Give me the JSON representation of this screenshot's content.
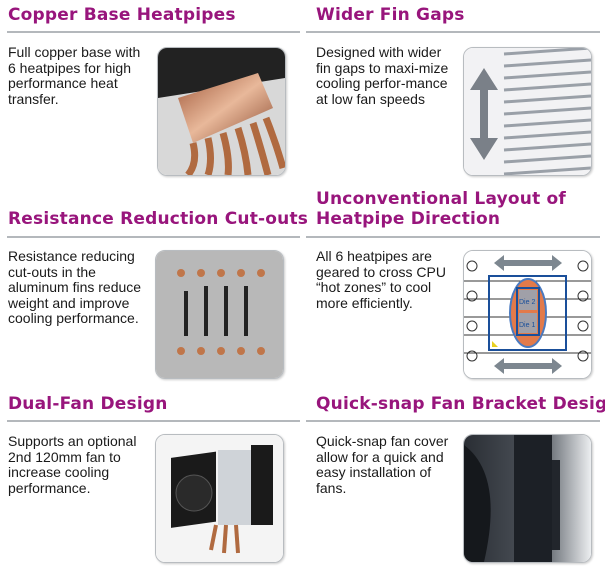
{
  "features": [
    {
      "title": "Copper Base Heatpipes",
      "description": "Full copper base with 6 heatpipes for high performance heat transfer.",
      "image": "copper-base-photo"
    },
    {
      "title": "Wider Fin Gaps",
      "description": "Designed with wider fin gaps to maxi-mize cooling perfor-mance at low fan speeds",
      "image": "fin-gaps-photo"
    },
    {
      "title": "Resistance Reduction Cut-outs",
      "description": "Resistance reducing cut-outs in the aluminum fins reduce weight and improve cooling performance.",
      "image": "fin-cutouts-photo"
    },
    {
      "title_lines": [
        "Unconventional Layout of",
        "Heatpipe Direction"
      ],
      "description": "All 6 heatpipes are geared to cross CPU “hot zones” to cool more efficiently.",
      "image": "heatpipe-layout-diagram",
      "diagram_labels": [
        "Die 2",
        "Die 1"
      ]
    },
    {
      "title": "Dual-Fan Design",
      "description": "Supports an optional 2nd 120mm fan to increase cooling performance.",
      "image": "dual-fan-cooler-photo"
    },
    {
      "title": "Quick-snap Fan Bracket Design",
      "description": "Quick-snap fan cover allow for a quick and easy installation of fans.",
      "image": "fan-bracket-photo"
    }
  ],
  "colors": {
    "title": "#98157c",
    "rule": "#b4b8bc"
  }
}
